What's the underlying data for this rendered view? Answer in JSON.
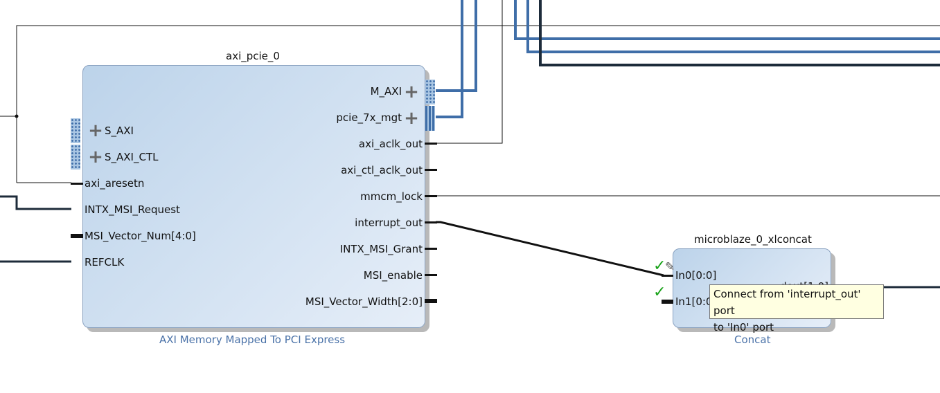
{
  "canvas": {
    "background": "#ffffff",
    "bus_color": "#3f6ea8",
    "wire_color": "#111111"
  },
  "axi_pcie": {
    "instance_name": "axi_pcie_0",
    "ip_name": "AXI Memory Mapped To PCI Express",
    "left_ports": [
      "S_AXI",
      "S_AXI_CTL",
      "axi_aresetn",
      "INTX_MSI_Request",
      "MSI_Vector_Num[4:0]",
      "REFCLK"
    ],
    "right_ports": [
      "M_AXI",
      "pcie_7x_mgt",
      "axi_aclk_out",
      "axi_ctl_aclk_out",
      "mmcm_lock",
      "interrupt_out",
      "INTX_MSI_Grant",
      "MSI_enable",
      "MSI_Vector_Width[2:0]"
    ]
  },
  "xlconcat": {
    "instance_name": "microblaze_0_xlconcat",
    "ip_name": "Concat",
    "left_ports": [
      "In0[0:0]",
      "In1[0:0]"
    ],
    "right_port_partial": "dout[1:0]"
  },
  "tooltip": {
    "line1": "Connect from 'interrupt_out' port",
    "line2": "to 'In0' port"
  },
  "icons": {
    "expand": "plus-icon",
    "valid": "checkmark-icon",
    "cursor": "pencil-icon"
  }
}
